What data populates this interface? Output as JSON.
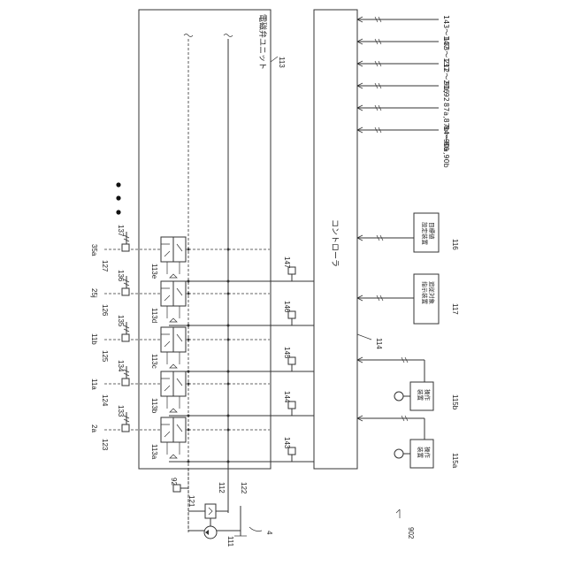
{
  "unit": {
    "title": "電磁弁ユニット",
    "ref": "113"
  },
  "controller": {
    "title": "コントローラ",
    "ref": "114"
  },
  "input_signals": [
    {
      "label": "143〜147"
    },
    {
      "label": "133〜137"
    },
    {
      "label": "212〜216"
    },
    {
      "label": "91,92"
    },
    {
      "label": "87a,87b〜90a,90b"
    },
    {
      "label": "84〜86"
    }
  ],
  "target_setting": {
    "text_line1": "目標値",
    "text_line2": "設定装置",
    "ref": "116"
  },
  "follow_target": {
    "text_line1": "追従対象",
    "text_line2": "指示装置",
    "ref": "117"
  },
  "operation_b": {
    "text_line1": "操作",
    "text_line2": "装置",
    "ref": "115b"
  },
  "operation_a": {
    "text_line1": "操作",
    "text_line2": "装置",
    "ref": "115a"
  },
  "valves": [
    {
      "ref": "113a"
    },
    {
      "ref": "113b"
    },
    {
      "ref": "113c"
    },
    {
      "ref": "113d"
    },
    {
      "ref": "113e"
    }
  ],
  "left_lines": [
    {
      "port": "2a",
      "line": "123",
      "pipe": "124"
    },
    {
      "port": "11a",
      "line": "125"
    },
    {
      "port": "11b",
      "line": "126"
    },
    {
      "port": "25j",
      "line": "127"
    },
    {
      "port": "35a"
    }
  ],
  "left_sensors": [
    {
      "ref": "133"
    },
    {
      "ref": "134"
    },
    {
      "ref": "135"
    },
    {
      "ref": "136"
    },
    {
      "ref": "137"
    }
  ],
  "signal_sensors": [
    {
      "ref": "143"
    },
    {
      "ref": "144"
    },
    {
      "ref": "145"
    },
    {
      "ref": "146"
    },
    {
      "ref": "147"
    }
  ],
  "misc_refs": {
    "sensor_92": "92",
    "pump": "111",
    "relief": "112",
    "line_121": "121",
    "line_122": "122",
    "tank": "4",
    "figure": "902"
  }
}
